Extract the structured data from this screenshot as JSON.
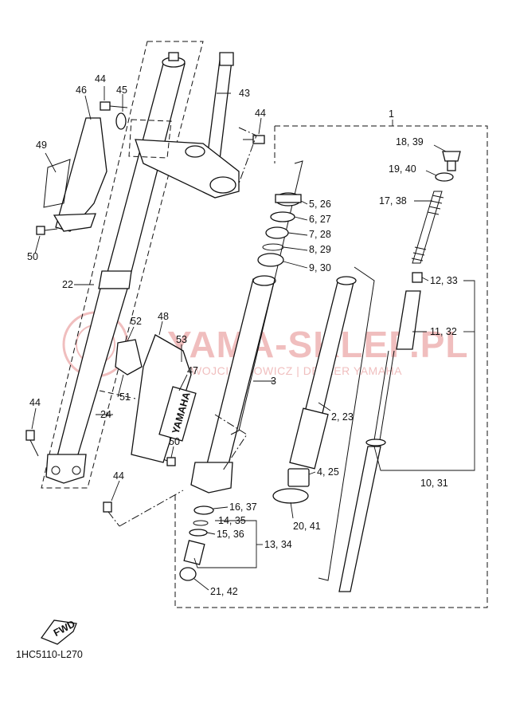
{
  "diagram": {
    "code": "1HC5110-L270",
    "fwd_label": "FWD",
    "brand_decal": "YAMAHA",
    "watermark": {
      "main": "YAMA-SKLEP.PL",
      "sub": "WOJCIECHOWICZ | DEALER YAMAHA",
      "color": "#e58a8a"
    },
    "labels": [
      {
        "id": "1",
        "text": "1"
      },
      {
        "id": "3",
        "text": "3"
      },
      {
        "id": "22",
        "text": "22"
      },
      {
        "id": "24",
        "text": "24"
      },
      {
        "id": "43",
        "text": "43"
      },
      {
        "id": "44a",
        "text": "44"
      },
      {
        "id": "44b",
        "text": "44"
      },
      {
        "id": "44c",
        "text": "44"
      },
      {
        "id": "44d",
        "text": "44"
      },
      {
        "id": "45",
        "text": "45"
      },
      {
        "id": "46",
        "text": "46"
      },
      {
        "id": "47",
        "text": "47"
      },
      {
        "id": "48",
        "text": "48"
      },
      {
        "id": "49",
        "text": "49"
      },
      {
        "id": "50a",
        "text": "50"
      },
      {
        "id": "50b",
        "text": "50"
      },
      {
        "id": "51",
        "text": "51"
      },
      {
        "id": "52",
        "text": "52"
      },
      {
        "id": "53",
        "text": "53"
      },
      {
        "id": "5_26",
        "text": "5, 26"
      },
      {
        "id": "6_27",
        "text": "6, 27"
      },
      {
        "id": "7_28",
        "text": "7, 28"
      },
      {
        "id": "8_29",
        "text": "8, 29"
      },
      {
        "id": "9_30",
        "text": "9, 30"
      },
      {
        "id": "18_39",
        "text": "18, 39"
      },
      {
        "id": "19_40",
        "text": "19, 40"
      },
      {
        "id": "17_38",
        "text": "17, 38"
      },
      {
        "id": "12_33",
        "text": "12, 33"
      },
      {
        "id": "11_32",
        "text": "11, 32"
      },
      {
        "id": "2_23",
        "text": "2, 23"
      },
      {
        "id": "4_25",
        "text": "4, 25"
      },
      {
        "id": "20_41",
        "text": "20, 41"
      },
      {
        "id": "10_31",
        "text": "10, 31"
      },
      {
        "id": "16_37",
        "text": "16, 37"
      },
      {
        "id": "14_35",
        "text": "14, 35"
      },
      {
        "id": "15_36",
        "text": "15, 36"
      },
      {
        "id": "13_34",
        "text": "13, 34"
      },
      {
        "id": "21_42",
        "text": "21, 42"
      }
    ]
  }
}
